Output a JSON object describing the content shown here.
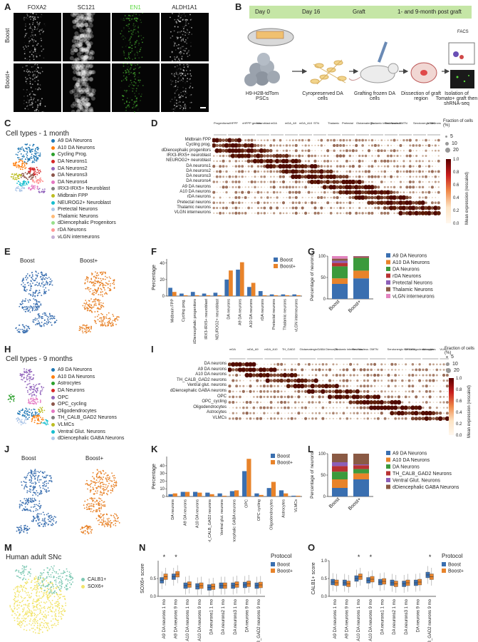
{
  "panels": {
    "A": "A",
    "B": "B",
    "C": "C",
    "D": "D",
    "E": "E",
    "F": "F",
    "G": "G",
    "H": "H",
    "I": "I",
    "J": "J",
    "K": "K",
    "L": "L",
    "M": "M",
    "N": "N",
    "O": "O"
  },
  "panelA": {
    "channels": [
      "FOXA2",
      "SC121",
      "EN1",
      "ALDH1A1"
    ],
    "channel_colors": [
      "#ffffff",
      "#ffffff",
      "#58d83c",
      "#ffffff"
    ],
    "rows": [
      "Boost",
      "Boost+"
    ]
  },
  "panelB": {
    "timeline": [
      "Day 0",
      "Day 16",
      "Graft",
      "1- and 9-month post graft"
    ],
    "steps": [
      "H9-H2B-tdTom PSCs",
      "Cyropreserved DA cells",
      "Grafting frozen DA cells",
      "Dissection of graft region",
      "Isolation of Tomato+ graft then shRNA-seq"
    ],
    "facs": "FACS"
  },
  "panelC": {
    "title": "Cell types - 1 month",
    "items": [
      {
        "label": "A9 DA Neurons",
        "color": "#1f77b4"
      },
      {
        "label": "A10 DA Neurons",
        "color": "#ff7f0e"
      },
      {
        "label": "Cycling Prog.",
        "color": "#2ca02c"
      },
      {
        "label": "DA Neurons1",
        "color": "#d62728"
      },
      {
        "label": "DA Neurons2",
        "color": "#9467bd"
      },
      {
        "label": "DA Neurons3",
        "color": "#8c564b"
      },
      {
        "label": "DA Neurons4",
        "color": "#e377c2"
      },
      {
        "label": "IRX3-IRX5+ Neuroblast",
        "color": "#7f7f7f"
      },
      {
        "label": "Midbrain FPP",
        "color": "#bcbd22"
      },
      {
        "label": "NEUROG2+ Neuroblast",
        "color": "#17becf"
      },
      {
        "label": "Pretectal Neurons",
        "color": "#aec7e8"
      },
      {
        "label": "Thalamic Neurons",
        "color": "#ffbb78"
      },
      {
        "label": "dDiencephalic Progenitors",
        "color": "#98df8a"
      },
      {
        "label": "rDA Neurons",
        "color": "#ff9896"
      },
      {
        "label": "vLGN interneurons",
        "color": "#c5b0d5"
      }
    ]
  },
  "panelD": {
    "rows": [
      "Midbrain FPP",
      "Cycling prog.",
      "dDiencephalic progenitors",
      "IRX3-IRX5+ neuroblast",
      "NEUROG2+ neuroblast",
      "DA neurons1",
      "DA neurons2",
      "DA neurons3",
      "DA neurons4",
      "A9 DA neurons",
      "A10 DA neurons",
      "rDA neurons",
      "Pretectal neurons",
      "Thalamic neurons",
      "VLGN interneurons"
    ],
    "groups": [
      "Progenitors",
      "vIHFPP",
      "vHFPP generic",
      "Neuroblast",
      "mDA",
      "mDA_A9",
      "mDA_A10",
      "STN",
      "Thalamic",
      "Pretectal",
      "Glutamatergic",
      "Thalamic interneurons",
      "Red Nucleus",
      "OMTN",
      "Serotonergic Neurons",
      "VLMC"
    ],
    "fraction_label": "Fraction of cells (%)",
    "fraction_values": [
      "5",
      "10",
      "20"
    ],
    "color_label": "Mean expression (rescaled)",
    "color_ticks": [
      "1.0",
      "0.8",
      "0.6",
      "0.4",
      "0.2",
      "0.0"
    ]
  },
  "panelE": {
    "left": "Boost",
    "right": "Boost+"
  },
  "panelF": {
    "legend": [
      "Boost",
      "Boost+"
    ],
    "ylabel": "Percentage"
  },
  "panelG": {
    "ylabel": "Percentage of neurons",
    "legend": [
      {
        "label": "A9 DA Neurons",
        "color": "#3a6fb0"
      },
      {
        "label": "A10 DA Neurons",
        "color": "#e8832a"
      },
      {
        "label": "DA Neurons",
        "color": "#3c9a3c"
      },
      {
        "label": "rDA Neurons",
        "color": "#b83232"
      },
      {
        "label": "Pretectal Neurons",
        "color": "#8c5fb8"
      },
      {
        "label": "Thalamic Neurons",
        "color": "#8a5a44"
      },
      {
        "label": "vLGN interneurons",
        "color": "#e384c0"
      }
    ]
  },
  "panelH": {
    "title": "Cell types - 9 months",
    "items": [
      {
        "label": "A9 DA Neurons",
        "color": "#1f77b4"
      },
      {
        "label": "A10 DA Neurons",
        "color": "#ff7f0e"
      },
      {
        "label": "Astrocytes",
        "color": "#2ca02c"
      },
      {
        "label": "DA Neurons",
        "color": "#d62728"
      },
      {
        "label": "OPC",
        "color": "#9467bd"
      },
      {
        "label": "OPC_cycling",
        "color": "#8c564b"
      },
      {
        "label": "Oligodendrocytes",
        "color": "#e377c2"
      },
      {
        "label": "TH_CALB_GAD2 Neurons",
        "color": "#7f7f7f"
      },
      {
        "label": "VLMCs",
        "color": "#bcbd22"
      },
      {
        "label": "Ventral Glut. Neurons",
        "color": "#17becf"
      },
      {
        "label": "dDiencephalic GABA Neurons",
        "color": "#aec7e8"
      }
    ]
  },
  "panelI": {
    "rows": [
      "DA neurons",
      "A9 DA neurons",
      "A10 DA neurons",
      "TH_CALB_GAD2 neurons",
      "Ventral glut. neurons",
      "dDiencephalic GABA neurons",
      "OPC",
      "OPC_cycling",
      "Oligodendrocytes",
      "Astrocytes",
      "VLMCs"
    ],
    "groups": [
      "mDA",
      "mDA_A9",
      "mDA_A10",
      "TH_GAD2",
      "Glutamatergic",
      "GABA Diencepit",
      "Thalamic interneurons",
      "Red Nucleus",
      "OMTN",
      "Serotonergic Neurons",
      "OPC/Oligodendrocytes",
      "Astrocytes",
      "VLMC"
    ],
    "fraction_label": "Fraction of cells (%)",
    "fraction_values": [
      "5",
      "10",
      "20"
    ],
    "color_label": "Mean expression (rescaled)",
    "color_ticks": [
      "1.0",
      "0.8",
      "0.6",
      "0.4",
      "0.2",
      "0.0"
    ]
  },
  "panelJ": {
    "left": "Boost",
    "right": "Boost+"
  },
  "panelK": {
    "legend": [
      "Boost",
      "Boost+"
    ],
    "ylabel": "Percentage"
  },
  "panelL": {
    "ylabel": "Percentage of neurons",
    "legend": [
      {
        "label": "A9 DA Neurons",
        "color": "#3a6fb0"
      },
      {
        "label": "A10 DA Neurons",
        "color": "#e8832a"
      },
      {
        "label": "DA Neurons",
        "color": "#3c9a3c"
      },
      {
        "label": "TH_CALB_GAD2 Neurons",
        "color": "#b83232"
      },
      {
        "label": "Ventral Glut. Neurons",
        "color": "#8c5fb8"
      },
      {
        "label": "dDiencephalic GABA Neurons",
        "color": "#8a5a44"
      }
    ]
  },
  "panelM": {
    "title": "Human adult SNc",
    "legend": [
      {
        "label": "CALB1+",
        "color": "#7fc9b4"
      },
      {
        "label": "SOX6+",
        "color": "#f2e46a"
      }
    ]
  },
  "panelN": {
    "ylabel": "SOX6+ score",
    "legend_title": "Protocol",
    "legend": [
      "Boost",
      "Boost+"
    ],
    "star": "*"
  },
  "panelO": {
    "ylabel": "CALB1+ score",
    "legend_title": "Protocol",
    "legend": [
      "Boost",
      "Boost+"
    ],
    "star": "*"
  },
  "colors": {
    "boost": "#3a6fb0",
    "boostplus": "#e8832a"
  },
  "chart_data": [
    {
      "panel": "F",
      "type": "bar",
      "categories": [
        "Midbrain FPP",
        "Cycling prog.",
        "dDiencephalic progenitors",
        "IRX3-IRX5+ neuroblast",
        "NEUROG2+ neuroblast",
        "DA neurons",
        "A9 DA neurons",
        "A10 DA neurons",
        "rDA neurons",
        "Pretectal neurons",
        "Thalamic neurons",
        "vLGN interneurons"
      ],
      "series": [
        {
          "name": "Boost",
          "values": [
            10,
            3,
            5,
            3,
            4,
            20,
            32,
            11,
            6,
            2,
            2,
            2
          ]
        },
        {
          "name": "Boost+",
          "values": [
            5,
            1,
            1,
            1,
            1,
            31,
            41,
            16,
            1,
            1,
            1,
            1
          ]
        }
      ],
      "ylabel": "Percentage",
      "ylim": [
        0,
        45
      ],
      "yticks": [
        0,
        20,
        40
      ]
    },
    {
      "panel": "G",
      "type": "bar",
      "categories": [
        "Boost",
        "Boost+"
      ],
      "series": [
        {
          "name": "A9 DA Neurons",
          "values": [
            35,
            48
          ]
        },
        {
          "name": "A10 DA Neurons",
          "values": [
            13,
            18
          ]
        },
        {
          "name": "DA Neurons",
          "values": [
            28,
            30
          ]
        },
        {
          "name": "rDA Neurons",
          "values": [
            8,
            2
          ]
        },
        {
          "name": "Pretectal Neurons",
          "values": [
            5,
            1
          ]
        },
        {
          "name": "Thalamic Neurons",
          "values": [
            5,
            1
          ]
        },
        {
          "name": "vLGN interneurons",
          "values": [
            6,
            0
          ]
        }
      ],
      "ylabel": "Percentage of neurons",
      "ylim": [
        0,
        100
      ],
      "yticks": [
        0,
        50,
        100
      ]
    },
    {
      "panel": "K",
      "type": "bar",
      "categories": [
        "DA neurons",
        "A9 DA neurons",
        "A10 DA neurons",
        "TH_CALB_GAD2 neurons",
        "Ventral glut. neurons",
        "Diencephalic GABA neurons",
        "OPC",
        "OPC cycling",
        "Oligodendrocytes",
        "Astrocytes",
        "VLMCs"
      ],
      "series": [
        {
          "name": "Boost",
          "values": [
            3,
            6,
            6,
            5,
            4,
            7,
            33,
            4,
            11,
            8,
            1
          ]
        },
        {
          "name": "Boost+",
          "values": [
            4,
            6,
            5,
            3,
            1,
            8,
            49,
            2,
            19,
            4,
            1
          ]
        }
      ],
      "ylabel": "Percentage",
      "ylim": [
        0,
        52
      ],
      "yticks": [
        0,
        10,
        20,
        30,
        40
      ]
    },
    {
      "panel": "L",
      "type": "bar",
      "categories": [
        "Boost",
        "Boost+"
      ],
      "series": [
        {
          "name": "A9 DA Neurons",
          "values": [
            20,
            40
          ]
        },
        {
          "name": "A10 DA Neurons",
          "values": [
            20,
            14
          ]
        },
        {
          "name": "DA Neurons",
          "values": [
            18,
            10
          ]
        },
        {
          "name": "TH_CALB_GAD2 Neurons",
          "values": [
            13,
            9
          ]
        },
        {
          "name": "Ventral Glut. Neurons",
          "values": [
            9,
            2
          ]
        },
        {
          "name": "dDiencephalic GABA Neurons",
          "values": [
            20,
            25
          ]
        }
      ],
      "ylabel": "Percentage of neurons",
      "ylim": [
        0,
        100
      ],
      "yticks": [
        0,
        50,
        100
      ]
    },
    {
      "panel": "N",
      "type": "box",
      "categories": [
        "A9 DA neurons 1 mo",
        "A9 DA neurons 9 mo",
        "A10 DA neurons 1 mo",
        "A10 DA neurons 9 mo",
        "DA neurons1 1 mo",
        "DA neurons2 1 mo",
        "DA neurons3 1 mo",
        "DA neurons 9 mo",
        "TH_CALB_GAD2 neurons 9 mo"
      ],
      "series": [
        {
          "name": "Boost",
          "values": [
            0.45,
            0.55,
            0.3,
            0.28,
            0.25,
            0.3,
            0.3,
            0.32,
            0.3
          ]
        },
        {
          "name": "Boost+",
          "values": [
            0.55,
            0.62,
            0.33,
            0.3,
            0.27,
            0.3,
            0.33,
            0.35,
            0.32
          ]
        }
      ],
      "ylabel": "SOX6+ score",
      "ylim": [
        0,
        1.0
      ],
      "yticks": [
        0.0,
        0.5
      ]
    },
    {
      "panel": "O",
      "type": "box",
      "categories": [
        "A9 DA neurons 1 mo",
        "A9 DA neurons 9 mo",
        "A10 DA neurons 1 mo",
        "A10 DA neurons 9 mo",
        "DA neurons1 1 mo",
        "DA neurons2 1 mo",
        "DA neurons3 1 mo",
        "DA neurons 9 mo",
        "TH_CALB_GAD2 neurons 9 mo"
      ],
      "series": [
        {
          "name": "Boost",
          "values": [
            0.4,
            0.38,
            0.5,
            0.45,
            0.4,
            0.38,
            0.35,
            0.38,
            0.6
          ]
        },
        {
          "name": "Boost+",
          "values": [
            0.38,
            0.35,
            0.55,
            0.48,
            0.42,
            0.35,
            0.38,
            0.4,
            0.55
          ]
        }
      ],
      "ylabel": "CALB1+ score",
      "ylim": [
        0,
        1.0
      ],
      "yticks": [
        0.0,
        0.5,
        1.0
      ]
    }
  ]
}
